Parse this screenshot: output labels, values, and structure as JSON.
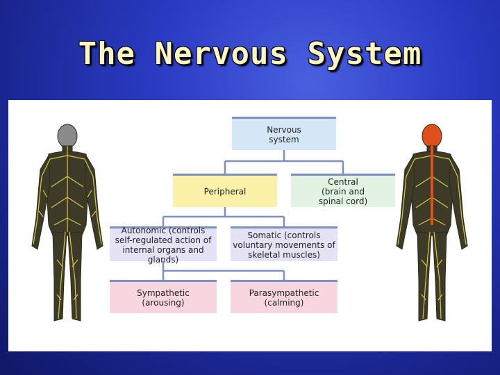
{
  "slide": {
    "title": "The Nervous System"
  },
  "diagram": {
    "nervous": "Nervous\nsystem",
    "peripheral": "Peripheral",
    "central": "Central\n(brain and\nspinal cord)",
    "autonomic": "Autonomic (controls\nself-regulated action of\ninternal organs and glands)",
    "somatic": "Somatic (controls\nvoluntary movements of\nskeletal muscles)",
    "sympathetic": "Sympathetic\n(arousing)",
    "parasympathetic": "Parasympathetic\n(calming)"
  },
  "colors": {
    "nerve": "#d9c94a",
    "brain_spine": "#e0501e",
    "connector": "#7b8fc4"
  }
}
